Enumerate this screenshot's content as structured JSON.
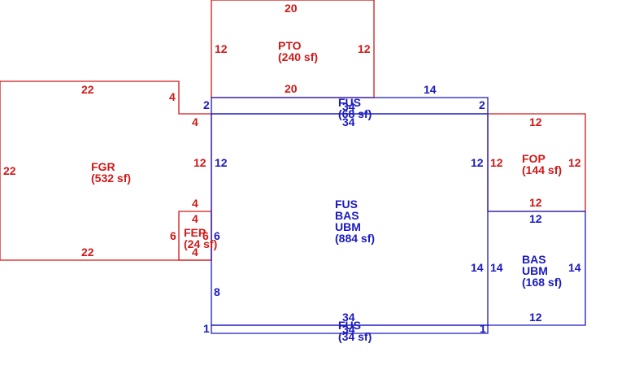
{
  "colors": {
    "red": "#d01818",
    "blue": "#1a1ac0",
    "background": "#ffffff"
  },
  "areas": {
    "pto": {
      "code": "PTO",
      "area": "(240 sf)"
    },
    "fgr": {
      "code": "FGR",
      "area": "(532 sf)"
    },
    "fep": {
      "code": "FEP",
      "area": "(24 sf)"
    },
    "main": {
      "line1": "FUS",
      "line2": "BAS",
      "line3": "UBM",
      "area": "(884 sf)"
    },
    "fus_top": {
      "code": "FUS",
      "area": "(68 sf)"
    },
    "fus_bottom": {
      "code": "FUS",
      "area": "(34 sf)"
    },
    "fop": {
      "code": "FOP",
      "area": "(144 sf)"
    },
    "bas_right": {
      "line1": "BAS",
      "line2": "UBM",
      "area": "(168 sf)"
    }
  },
  "dims": {
    "pto_top": "20",
    "pto_left": "12",
    "pto_right": "12",
    "pto_bottom": "20",
    "fgr_top": "22",
    "fgr_left": "22",
    "fgr_bottom": "22",
    "fgr_right_upper": "4",
    "fgr_notch": "4",
    "fgr_right": "12",
    "fgr_lower": "4",
    "fep_top": "4",
    "fep_left": "6",
    "fep_right": "6",
    "fep_bottom": "4",
    "fus_top_top": "14",
    "fus_top_left": "2",
    "fus_top_right": "2",
    "fus_top_width_a": "34",
    "fus_top_width_b": "34",
    "main_left": "12",
    "main_right": "12",
    "main_left_lower": "6",
    "main_left_bottom": "8",
    "main_right_lower": "14",
    "fus_bottom_top": "34",
    "fus_bottom_width": "34",
    "fus_bottom_left": "1",
    "fus_bottom_right": "1",
    "fop_top": "12",
    "fop_left": "12",
    "fop_right": "12",
    "fop_bottom": "12",
    "bas_right_top": "12",
    "bas_right_left": "14",
    "bas_right_right": "14",
    "bas_right_bottom": "12"
  }
}
